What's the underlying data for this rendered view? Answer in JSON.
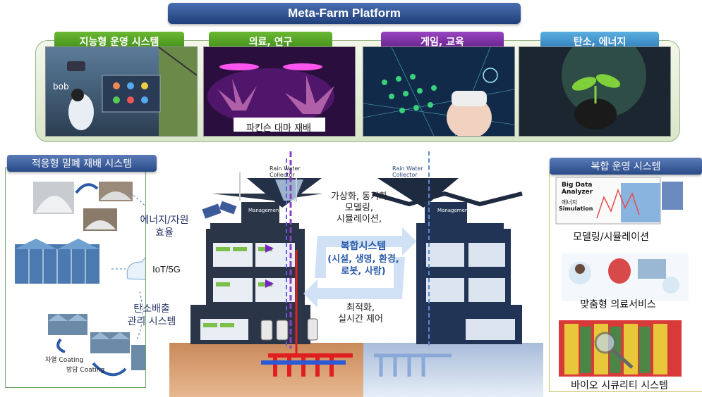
{
  "title": "Meta-Farm Platform",
  "tiles": [
    {
      "label": "지능형 운영 시스템",
      "color": "#4f9a22"
    },
    {
      "label": "의료, 연구",
      "color": "#5aa51a"
    },
    {
      "label": "게임, 교육",
      "color": "#7a2aa0"
    },
    {
      "label": "탄소, 에너지",
      "color": "#3e8fc8"
    }
  ],
  "tile2_caption": "파킨슨 대마 재배",
  "left_section": {
    "header": "적응형 밀폐 재배 시스템",
    "energy_label_1": "에너지/자원",
    "energy_label_2": "효율",
    "iot_label": "IoT/5G",
    "carbon_label_1": "탄소배출",
    "carbon_label_2": "관리 시스템",
    "coating_1": "차열 Coating",
    "coating_2": "방담 Coating"
  },
  "center": {
    "rain_left": "Rain Water Collector",
    "rain_right": "Rain Water Collector",
    "management_left": "Management",
    "management_right": "Management",
    "top_text_1": "가상화, 동기화",
    "top_text_2": "모델링,",
    "top_text_3": "시뮬레이션,",
    "complex_1": "복합시스템",
    "complex_2": "(시설, 생명, 환경,",
    "complex_3": "로봇, 사람)",
    "bottom_text_1": "최적화,",
    "bottom_text_2": "실시간 제어"
  },
  "right_section": {
    "header": "복합 운영 시스템",
    "big_data_1": "Big Data",
    "big_data_2": "Analyzer",
    "energy_sim_1": "에너지",
    "energy_sim_2": "Simulation",
    "item1": "모델링/시뮬레이션",
    "item2": "맞춤형 의료서비스",
    "item3": "바이오 시큐리티 시스템"
  }
}
